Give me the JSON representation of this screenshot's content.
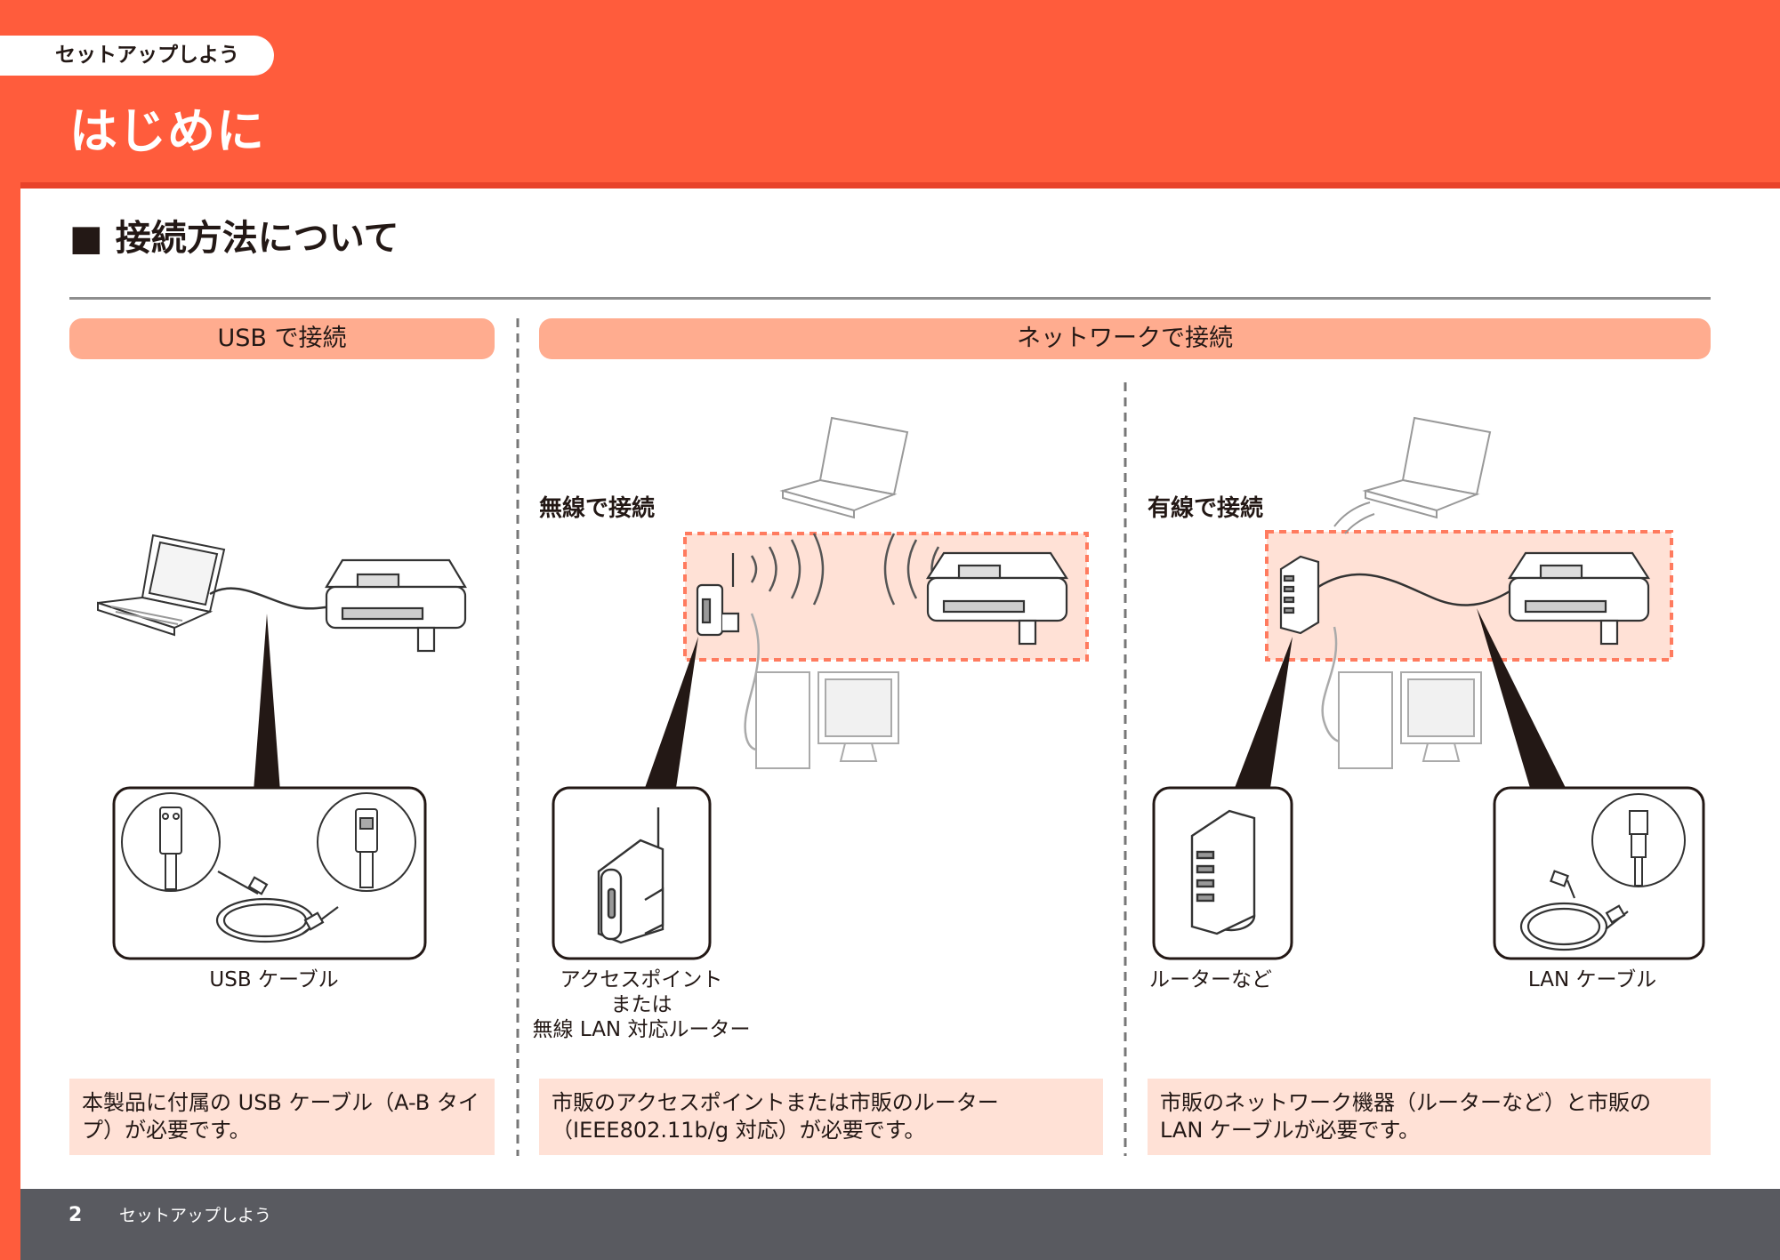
{
  "header": {
    "tab_label": "セットアップしよう",
    "page_title": "はじめに"
  },
  "section": {
    "title": "■ 接続方法について"
  },
  "usb": {
    "bar_label": "USB で接続",
    "cable_caption": "USB ケーブル",
    "note": "本製品に付属の USB ケーブル（A-B タイプ）が必要です。"
  },
  "network": {
    "bar_label": "ネットワークで接続",
    "wireless": {
      "title": "無線で接続",
      "caption_line1": "アクセスポイント",
      "caption_line2": "または",
      "caption_line3": "無線 LAN 対応ルーター",
      "note": "市販のアクセスポイントまたは市販のルーター（IEEE802.11b/g 対応）が必要です。"
    },
    "wired": {
      "title": "有線で接続",
      "router_caption": "ルーターなど",
      "lan_caption": "LAN ケーブル",
      "note": "市販のネットワーク機器（ルーターなど）と市販の LAN ケーブルが必要です。"
    }
  },
  "footer": {
    "page_number": "2",
    "title": "セットアップしよう"
  },
  "colors": {
    "brand": "#ff5c3c",
    "bar": "#ffac8f",
    "note_bg": "#ffe1d6",
    "footer": "#595a60"
  }
}
